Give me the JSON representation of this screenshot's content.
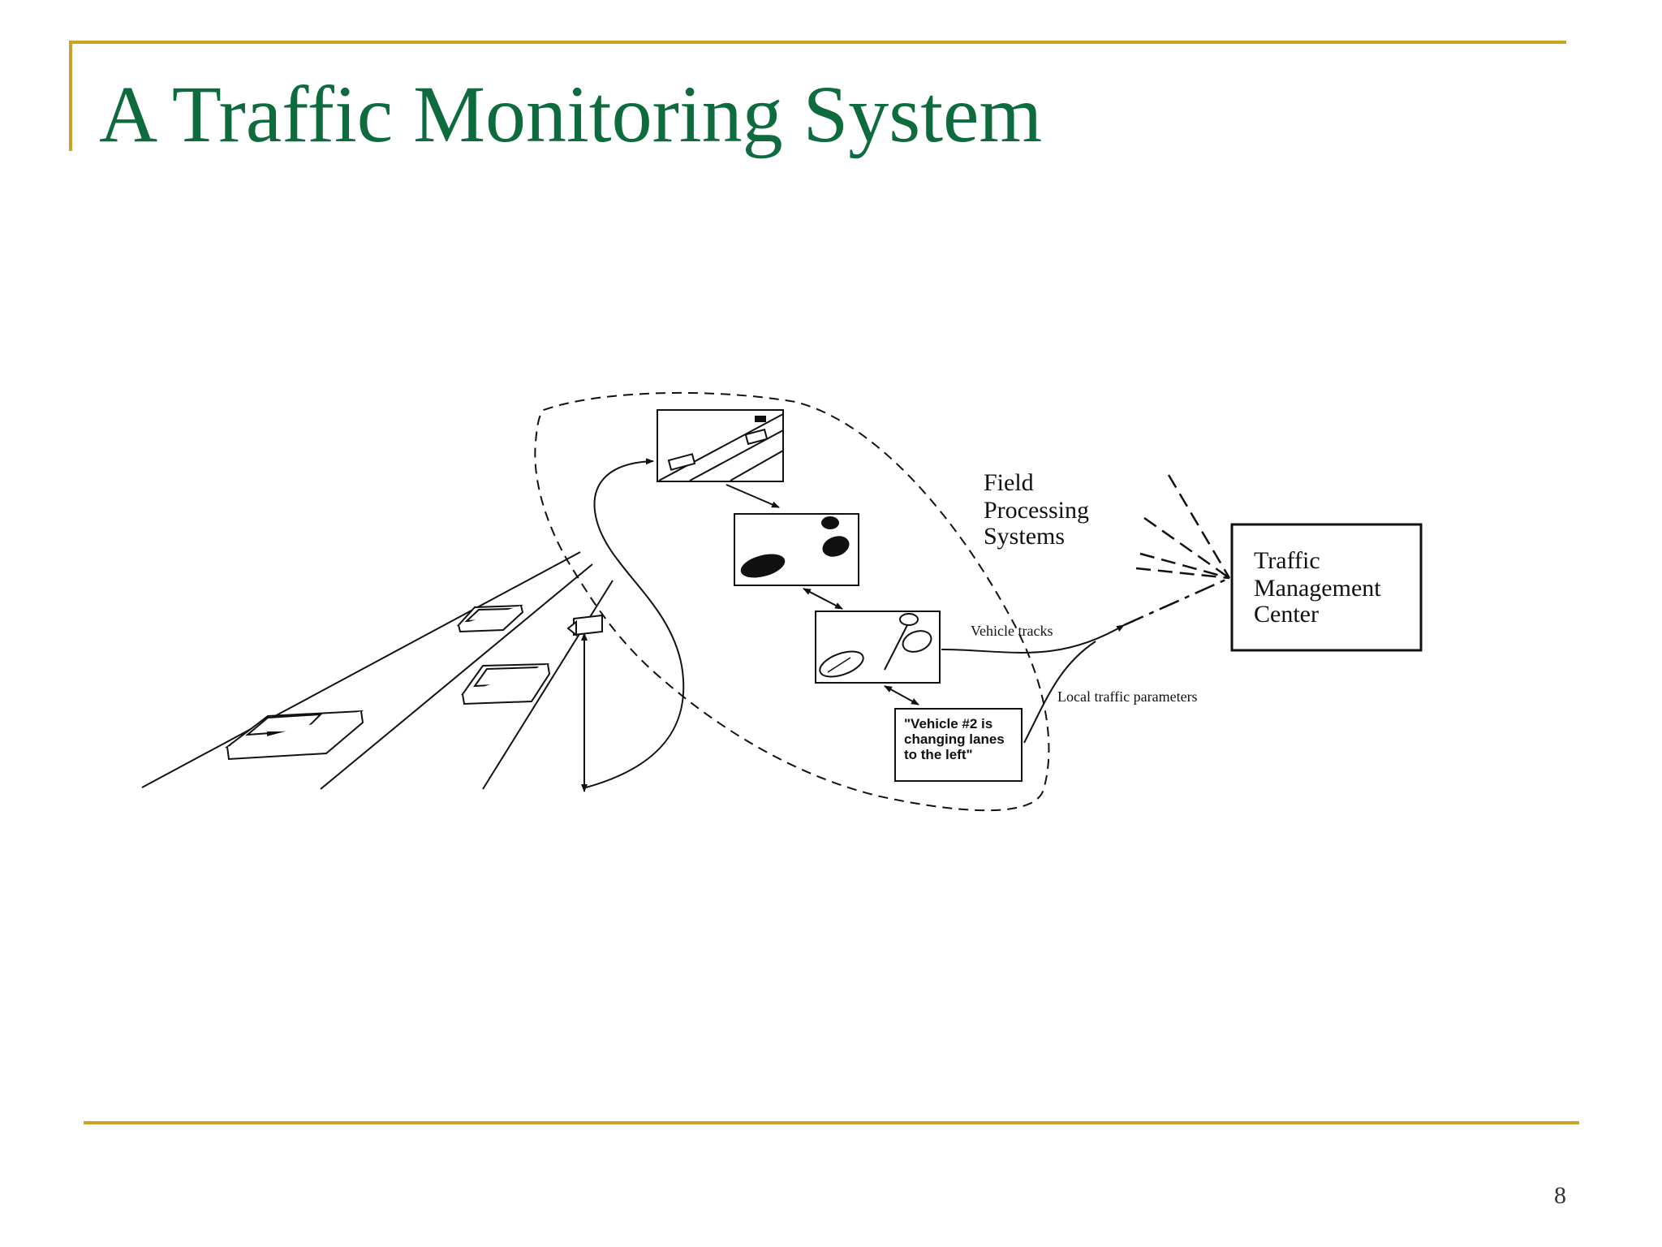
{
  "slide": {
    "title": "A Traffic Monitoring System",
    "page_number": "8",
    "accent_color": "#c9a227",
    "title_color": "#0d6b3d"
  },
  "diagram": {
    "field_processing_label": [
      "Field",
      "Processing",
      "Systems"
    ],
    "tmc_label": [
      "Traffic",
      "Management",
      "Center"
    ],
    "vehicle_tracks_label": "Vehicle tracks",
    "local_params_label": "Local traffic parameters",
    "quote_lines": [
      "\"Vehicle #2 is",
      "changing lanes",
      "to the left\""
    ]
  }
}
